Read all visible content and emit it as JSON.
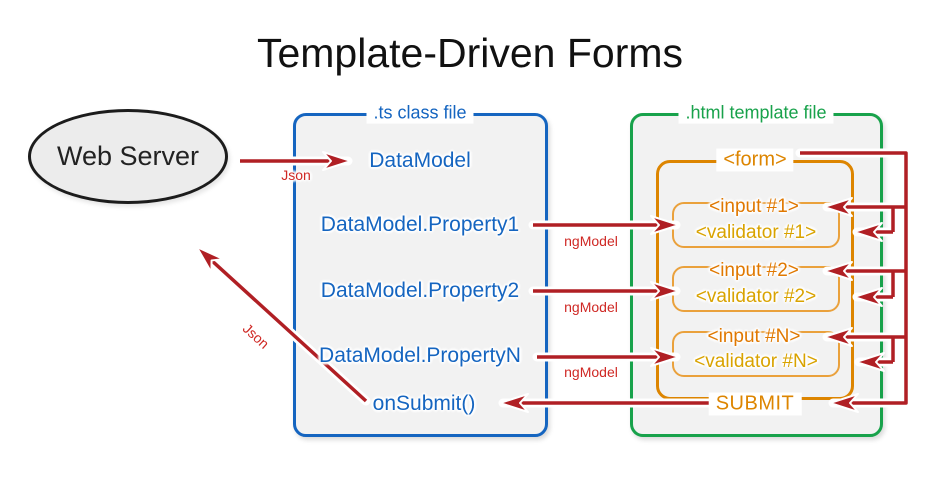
{
  "title": "Template-Driven Forms",
  "web_server": {
    "label": "Web Server"
  },
  "ts_class_file": {
    "label": ".ts class file",
    "items": [
      "DataModel",
      "DataModel.Property1",
      "DataModel.Property2",
      "DataModel.PropertyN",
      "onSubmit()"
    ]
  },
  "html_template_file": {
    "label": ".html template file",
    "form": {
      "label": "<form>",
      "fields": [
        {
          "input": "<input #1>",
          "validator": "<validator #1>"
        },
        {
          "input": "<input #2>",
          "validator": "<validator #2>"
        },
        {
          "input": "<input #N>",
          "validator": "<validator #N>"
        }
      ],
      "submit_label": "SUBMIT"
    }
  },
  "arrows": {
    "json_request_label": "Json",
    "json_response_label": "Json",
    "ngmodel_labels": [
      "ngModel",
      "ngModel",
      "ngModel"
    ]
  },
  "colors": {
    "class_file_accent": "#1565c0",
    "template_file_accent": "#18a24b",
    "form_accent": "#dd8500",
    "input_accent": "#e07800",
    "validator_accent": "#d9a300",
    "arrow_red": "#b01f24",
    "label_red": "#cf2824",
    "box_fill": "#f2f2f2"
  }
}
